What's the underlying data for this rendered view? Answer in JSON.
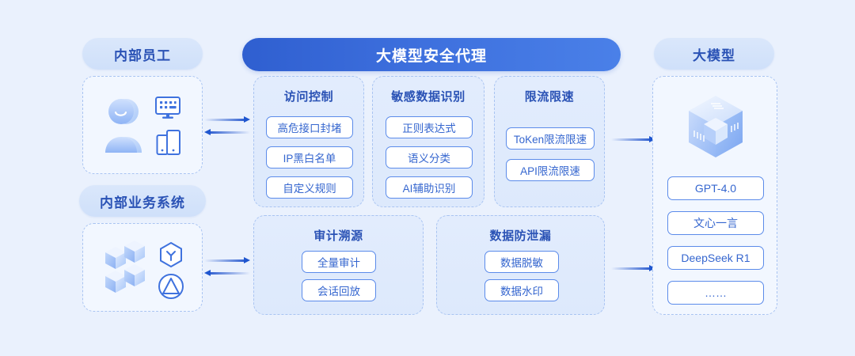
{
  "background_color": "#eaf1fd",
  "accent_color": "#2f5fd0",
  "labels": {
    "internal_staff": "内部员工",
    "internal_business_system": "内部业务系统",
    "large_model": "大模型",
    "hero": "大模型安全代理"
  },
  "left_column": {
    "staff_group": {
      "title": "内部员工",
      "icons": [
        "user-avatar-icon",
        "desktop-monitor-icon",
        "mobile-devices-icon"
      ]
    },
    "business_group": {
      "title": "内部业务系统",
      "icons": [
        "server-blocks-icon",
        "hexagon-y-icon",
        "circle-triangle-icon"
      ]
    }
  },
  "proxy": {
    "hero_title": "大模型安全代理",
    "top_panels": [
      {
        "title": "访问控制",
        "items": [
          "高危接口封堵",
          "IP黑白名单",
          "自定义规则"
        ]
      },
      {
        "title": "敏感数据识别",
        "items": [
          "正则表达式",
          "语义分类",
          "AI辅助识别"
        ]
      },
      {
        "title": "限流限速",
        "items": [
          "ToKen限流限速",
          "API限流限速"
        ]
      }
    ],
    "bottom_panels": [
      {
        "title": "审计溯源",
        "items": [
          "全量审计",
          "会话回放"
        ]
      },
      {
        "title": "数据防泄漏",
        "items": [
          "数据脱敏",
          "数据水印"
        ]
      }
    ]
  },
  "right_column": {
    "title": "大模型",
    "icon": "model-cube-icon",
    "models": [
      "GPT-4.0",
      "文心一言",
      "DeepSeek R1",
      "……"
    ]
  },
  "connectors": [
    {
      "name": "staff-to-proxy-out",
      "direction": "right"
    },
    {
      "name": "staff-to-proxy-in",
      "direction": "left"
    },
    {
      "name": "business-to-proxy-out",
      "direction": "right"
    },
    {
      "name": "business-to-proxy-in",
      "direction": "left"
    },
    {
      "name": "proxy-to-model-top",
      "direction": "right"
    },
    {
      "name": "proxy-to-model-bottom",
      "direction": "right"
    }
  ]
}
